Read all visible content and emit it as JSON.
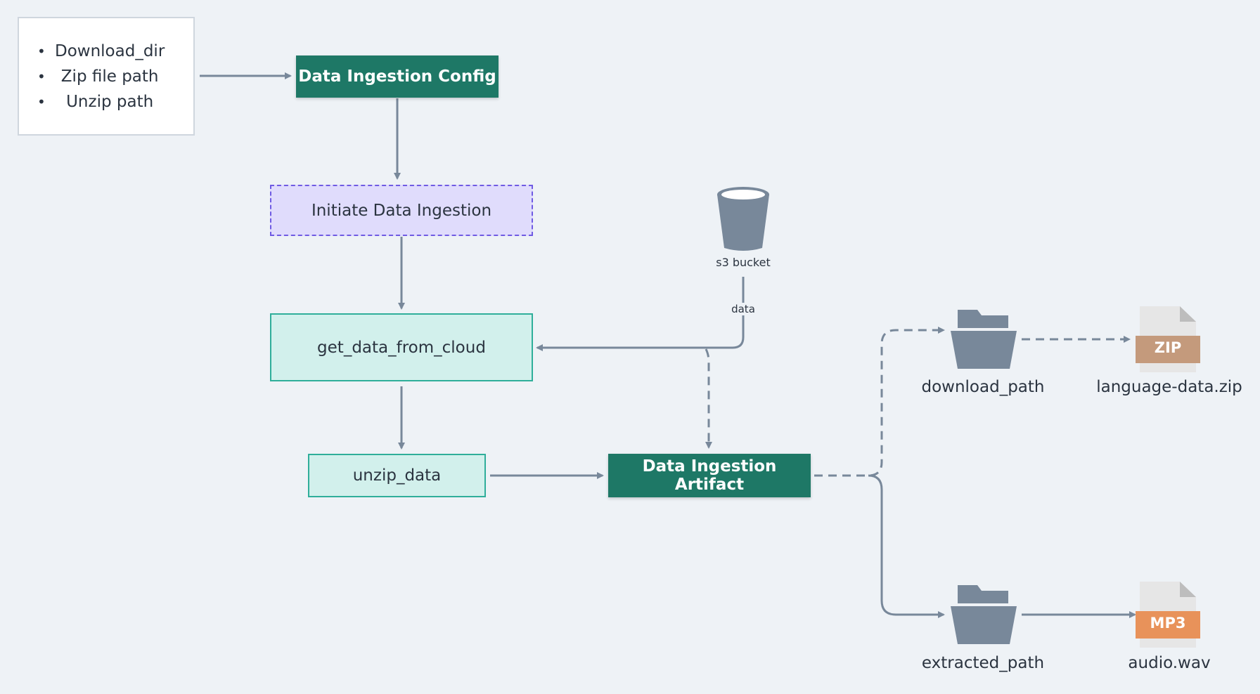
{
  "config_inputs": {
    "items": [
      "Download_dir",
      "Zip file path",
      "Unzip path"
    ]
  },
  "nodes": {
    "config": "Data Ingestion Config",
    "initiate": "Initiate Data Ingestion",
    "get_data": "get_data_from_cloud",
    "unzip": "unzip_data",
    "artifact": "Data Ingestion Artifact"
  },
  "s3": {
    "label": "s3 bucket",
    "edge_label": "data"
  },
  "outputs": {
    "download_path": "download_path",
    "extracted_path": "extracted_path",
    "zip_file": "language-data.zip",
    "zip_badge": "ZIP",
    "audio_file": "audio.wav",
    "audio_badge": "MP3"
  },
  "colors": {
    "dark_node": "#1e7866",
    "teal_fill": "#d2f0ec",
    "teal_border": "#2fae9a",
    "lavender_fill": "#e0dcfc",
    "lavender_border": "#6f5be3",
    "connector": "#78889a",
    "folder": "#78889a",
    "zip_badge": "#c49a7c",
    "mp3_badge": "#e8925a"
  }
}
